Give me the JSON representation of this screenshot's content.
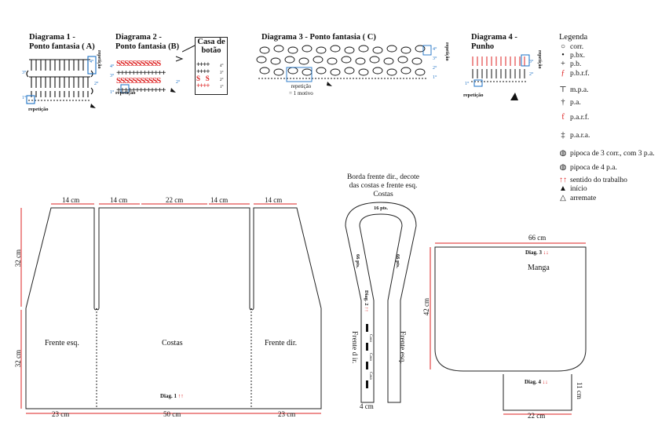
{
  "diagrams": {
    "d1": {
      "line1": "Diagrama 1 -",
      "line2": "Ponto fantasia ( A)",
      "rows": [
        "1°",
        "2°",
        "3°",
        "4°"
      ],
      "rep": "repetição",
      "rep_side": "repetição"
    },
    "d2": {
      "line1": "Diagrama 2 -",
      "line2": "Ponto fantasia (B)",
      "rows": [
        "1°",
        "2°",
        "3°",
        "4°"
      ],
      "rep": "repetição"
    },
    "casa": {
      "line1": "Casa de",
      "line2": "botão",
      "rows": [
        "1°",
        "2°",
        "3°",
        "4°"
      ]
    },
    "d3": {
      "title": "Diagrama 3 - Ponto fantasia ( C)",
      "rows": [
        "1°",
        "2°",
        "3°",
        "4°"
      ],
      "rep1": "repetição",
      "rep2": "= 1 motivo",
      "rep_side": "repetição"
    },
    "d4": {
      "line1": "Diagrama 4 -",
      "line2": "Punho",
      "rows": [
        "1°",
        "2°",
        "3°"
      ],
      "rep": "repetição",
      "rep_side": "repetição"
    }
  },
  "legend": {
    "title": "Legenda",
    "items": [
      {
        "sym": "○",
        "label": "corr."
      },
      {
        "sym": "•",
        "label": "p.bx."
      },
      {
        "sym": "+",
        "label": "p.b."
      },
      {
        "sym": "ƒ",
        "label": "p.b.r.f."
      },
      {
        "sym": "⊤",
        "label": "m.p.a."
      },
      {
        "sym": "†",
        "label": "p.a."
      },
      {
        "sym": "ƭ",
        "label": "p.a.r.f."
      },
      {
        "sym": "‡",
        "label": "p.a.r.a."
      },
      {
        "sym": "◍",
        "label": "pipoca  de 3 corr., com 3 p.a."
      },
      {
        "sym": "◍",
        "label": "pipoca de 4 p.a."
      },
      {
        "sym": "↑↑",
        "label": "sentido do trabalho"
      },
      {
        "sym": "▲",
        "label": "início"
      },
      {
        "sym": "△",
        "label": "arremate"
      }
    ]
  },
  "body_pattern": {
    "top_dims": [
      "14 cm",
      "14 cm",
      "22 cm",
      "14 cm",
      "14 cm"
    ],
    "side_dims": [
      "32 cm",
      "32 cm"
    ],
    "bottom_dims": [
      "23 cm",
      "50 cm",
      "23 cm"
    ],
    "pieces": [
      "Frente esq.",
      "Costas",
      "Frente dir."
    ],
    "diag_note": "Diag. 1",
    "arrows": "↑↑"
  },
  "border": {
    "title1": "Borda frente dir., decote",
    "title2": "das costas e frente esq.",
    "costas": "Costas",
    "pts_top": "16 pts.",
    "pts_left": "66 pts.",
    "pts_right": "66 pts.",
    "diag": "Diag. 2",
    "arrows": "↑↑",
    "front_left": "Frente d ir.",
    "front_right": "Frente esq.",
    "casa": "Casa",
    "width": "4 cm"
  },
  "sleeve": {
    "top": "66 cm",
    "diag3": "Diag. 3",
    "arrows3": "↓↓",
    "label": "Manga",
    "height": "42 cm",
    "diag4": "Diag. 4",
    "arrows4": "↓↓",
    "cuff_h": "11 cm",
    "cuff_w": "22 cm"
  }
}
